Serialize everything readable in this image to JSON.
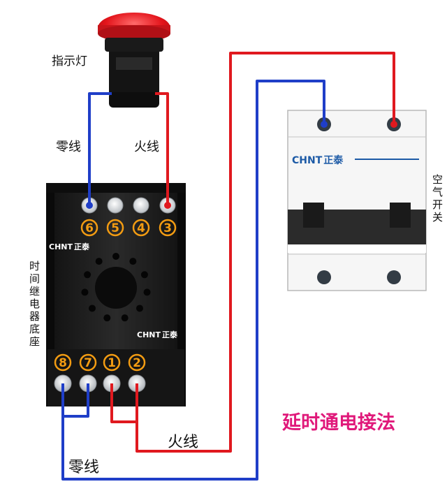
{
  "labels": {
    "indicator_lamp": "指示灯",
    "neutral_top": "零线",
    "live_top": "火线",
    "neutral_bottom": "零线",
    "live_bottom": "火线",
    "relay_base_vertical": "时间继电器底座",
    "breaker_vertical": "空气开关",
    "method_caption": "延时通电接法"
  },
  "brand": {
    "name": "CHNT",
    "cn": "正泰"
  },
  "terminals_top": [
    "6",
    "5",
    "4",
    "3"
  ],
  "terminals_bottom": [
    "8",
    "7",
    "1",
    "2"
  ],
  "colors": {
    "live_wire": "#e0191f",
    "neutral_wire": "#1f3ec8",
    "caption": "#e0197a",
    "badge_orange": "#f39c12",
    "relay_body": "#1c1c1c",
    "brand_blue": "#1c5aa6"
  }
}
